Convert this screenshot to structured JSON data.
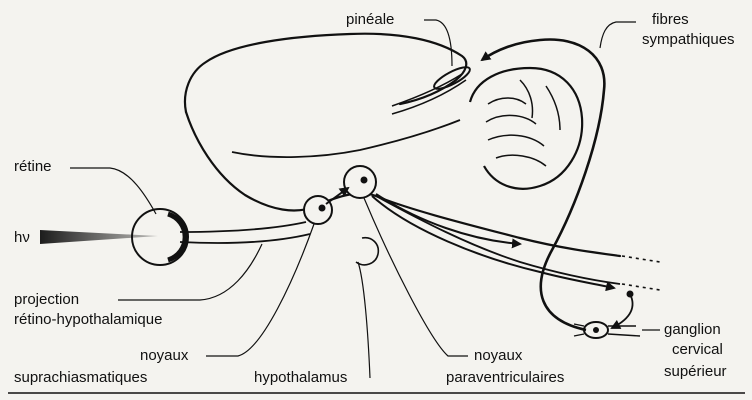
{
  "labels": {
    "pineale": "pinéale",
    "fibres": "fibres",
    "sympathiques": "sympathiques",
    "retine": "rétine",
    "hv": "hν",
    "projection": "projection",
    "retino_hypothalamique": "rétino-hypothalamique",
    "noyaux_supra": "noyaux",
    "suprachiasmatiques": "suprachiasmatiques",
    "hypothalamus": "hypothalamus",
    "noyaux_para": "noyaux",
    "paraventriculaires": "paraventriculaires",
    "ganglion": "ganglion",
    "cervical": "cervical",
    "superieur": "supérieur"
  },
  "colors": {
    "ink": "#111111",
    "paper": "#f4f3ef"
  }
}
